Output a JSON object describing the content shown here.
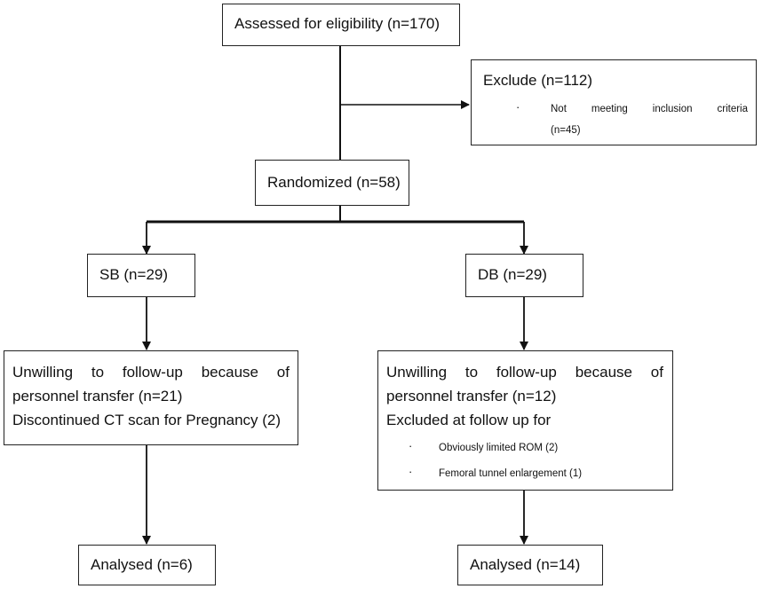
{
  "assessed": "Assessed for eligibility (n=170)",
  "exclude": {
    "title": "Exclude (n=112)",
    "bullet": "·",
    "line1_words": [
      "Not",
      "meeting",
      "inclusion",
      "criteria"
    ],
    "line2": "(n=45)"
  },
  "randomized": "Randomized (n=58)",
  "sb": {
    "label": "SB (n=29)",
    "line1_words": [
      "Unwilling",
      "to",
      "follow-up",
      "because",
      "of"
    ],
    "line2": "personnel transfer (n=21)",
    "line3": "Discontinued CT scan for Pregnancy (2)",
    "analysed": "Analysed (n=6)"
  },
  "db": {
    "label": "DB (n=29)",
    "line1_words": [
      "Unwilling",
      "to",
      "follow-up",
      "because",
      "of"
    ],
    "line2": "personnel transfer (n=12)",
    "line3": "Excluded at follow up for",
    "bullet": "·",
    "sub1": "Obviously limited ROM (2)",
    "sub2": "Femoral tunnel enlargement (1)",
    "analysed": "Analysed (n=14)"
  }
}
